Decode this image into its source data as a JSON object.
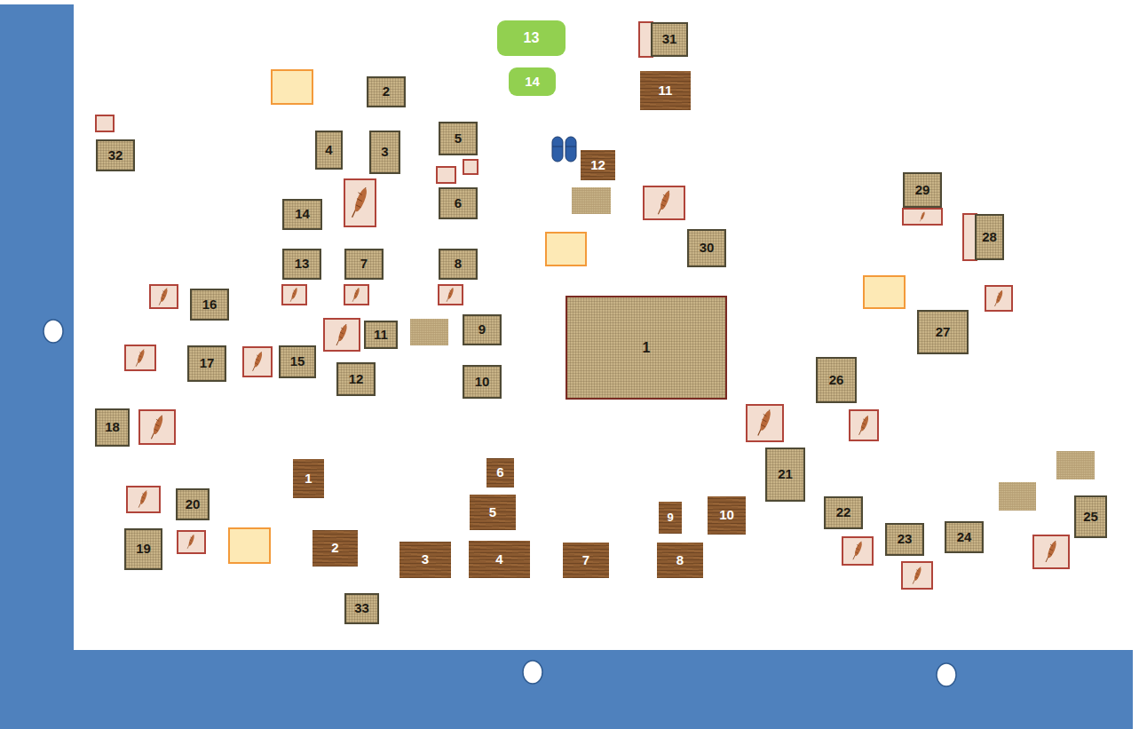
{
  "diagram": {
    "nodes": [
      {
        "text": [
          "13"
        ]
      },
      {
        "text": [
          "31"
        ]
      },
      {
        "text": [
          "14"
        ]
      },
      {
        "text": [
          "11"
        ]
      },
      {
        "text": [
          "2"
        ]
      },
      {
        "text": [
          "5"
        ]
      },
      {
        "text": [
          "4"
        ]
      },
      {
        "text": [
          "3"
        ]
      },
      {
        "text": [
          "32"
        ]
      },
      {
        "text": [
          "12"
        ]
      },
      {
        "text": [
          "29"
        ]
      },
      {
        "text": [
          "6"
        ]
      },
      {
        "text": [
          "14"
        ]
      },
      {
        "text": [
          "28"
        ]
      },
      {
        "text": [
          "30"
        ]
      },
      {
        "text": [
          "13"
        ]
      },
      {
        "text": [
          "7"
        ]
      },
      {
        "text": [
          "8"
        ]
      },
      {
        "text": [
          "16"
        ]
      },
      {
        "text": [
          "1"
        ]
      },
      {
        "text": [
          "27"
        ]
      },
      {
        "text": [
          "9"
        ]
      },
      {
        "text": [
          "11"
        ]
      },
      {
        "text": [
          "17"
        ]
      },
      {
        "text": [
          "15"
        ]
      },
      {
        "text": [
          "26"
        ]
      },
      {
        "text": [
          "12"
        ]
      },
      {
        "text": [
          "10"
        ]
      },
      {
        "text": [
          "18"
        ]
      },
      {
        "text": [
          "21"
        ]
      },
      {
        "text": [
          "6"
        ]
      },
      {
        "text": [
          "1"
        ]
      },
      {
        "text": [
          "20"
        ]
      },
      {
        "text": [
          "5"
        ]
      },
      {
        "text": [
          "25"
        ]
      },
      {
        "text": [
          "10"
        ]
      },
      {
        "text": [
          "22"
        ]
      },
      {
        "text": [
          "9"
        ]
      },
      {
        "text": [
          "23"
        ]
      },
      {
        "text": [
          "24"
        ]
      },
      {
        "text": [
          "19"
        ]
      },
      {
        "text": [
          "2"
        ]
      },
      {
        "text": [
          "3"
        ]
      },
      {
        "text": [
          "4"
        ]
      },
      {
        "text": [
          "7"
        ]
      },
      {
        "text": [
          "8"
        ]
      },
      {
        "text": [
          "33"
        ]
      }
    ]
  }
}
